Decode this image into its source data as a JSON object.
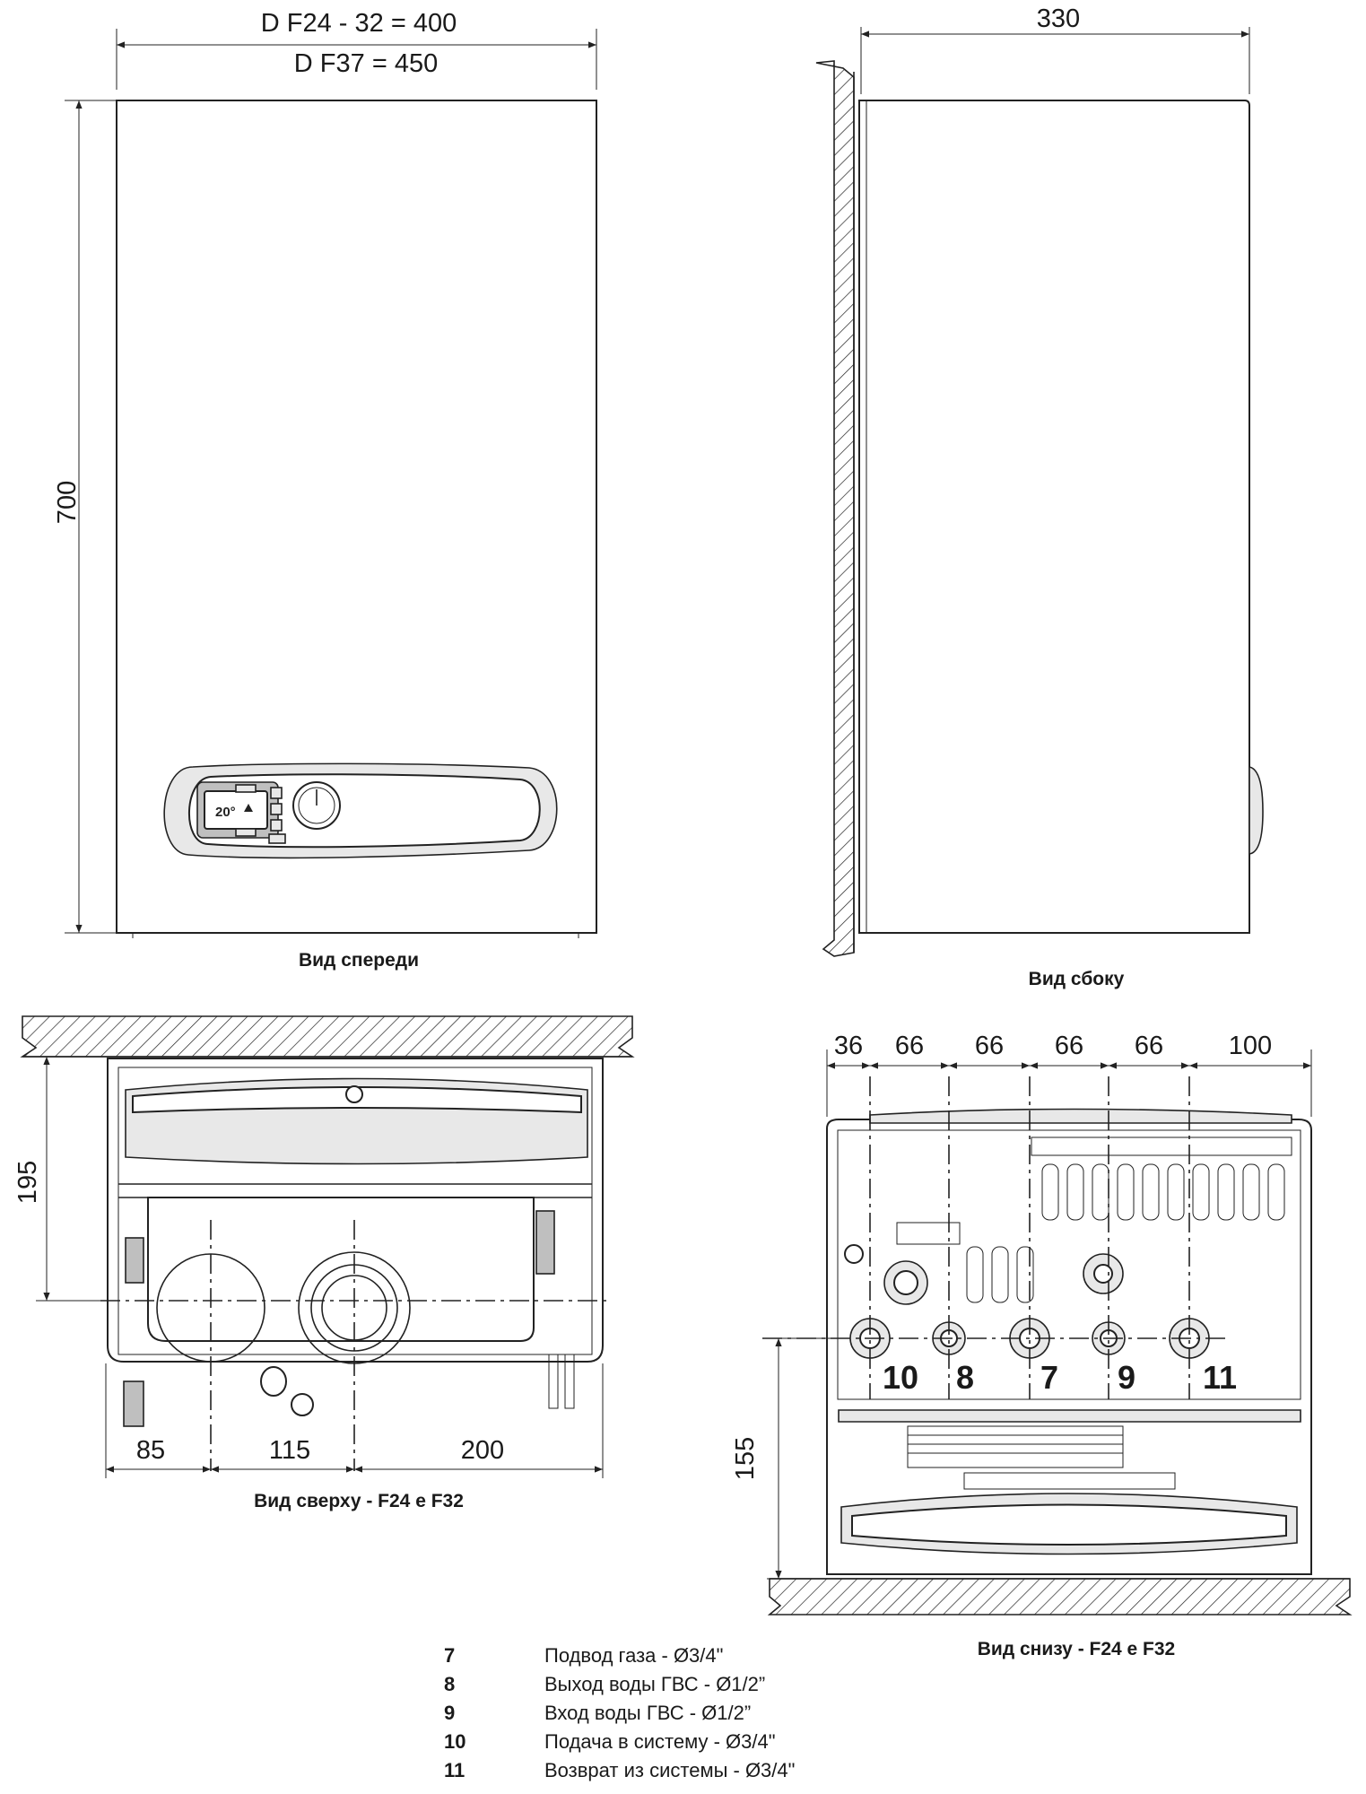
{
  "front_view": {
    "width_label_1": "D F24 - 32 = 400",
    "width_label_2": "D F37 = 450",
    "height_label": "700",
    "caption": "Вид спереди",
    "panel_display": "20°"
  },
  "side_view": {
    "depth_label": "330",
    "caption": "Вид сбоку"
  },
  "top_view": {
    "height_label": "195",
    "dims": [
      "85",
      "115",
      "200"
    ],
    "caption": "Вид сверху - F24 e F32"
  },
  "bottom_view": {
    "top_dims": [
      "36",
      "66",
      "66",
      "66",
      "66",
      "100"
    ],
    "height_label": "155",
    "connections": [
      "10",
      "8",
      "7",
      "9",
      "11"
    ],
    "caption": "Вид снизу - F24 e F32"
  },
  "legend": [
    {
      "num": "7",
      "text": "Подвод газа - Ø3/4\""
    },
    {
      "num": "8",
      "text": "Выход воды ГВС - Ø1/2”"
    },
    {
      "num": "9",
      "text": "Вход воды ГВС - Ø1/2”"
    },
    {
      "num": "10",
      "text": "Подача в систему - Ø3/4\""
    },
    {
      "num": "11",
      "text": "Возврат из системы - Ø3/4\""
    }
  ]
}
